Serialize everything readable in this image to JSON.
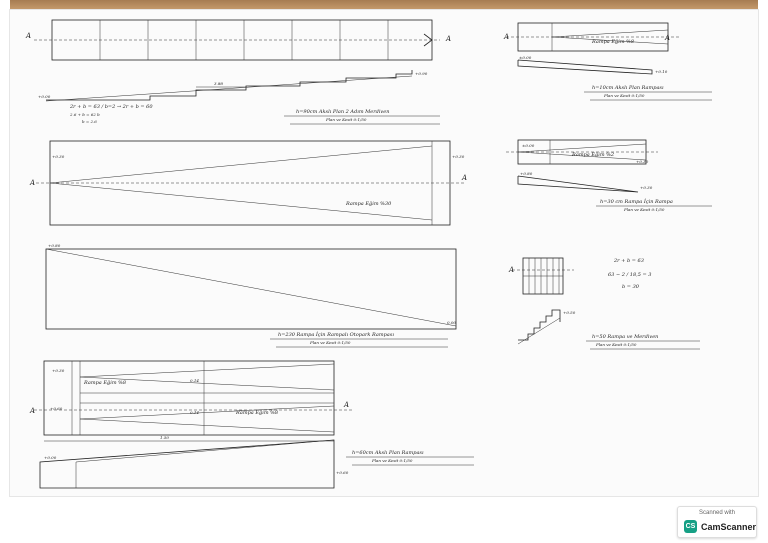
{
  "drawings": {
    "d1": {
      "axis": "A",
      "title": "h=90cm  Akslı  Plan  2 Adım  Merdiven",
      "scale": "Plan  ve  Kesit  0:1/50",
      "dims": [
        "3.88",
        "+0.90",
        "+0.00"
      ],
      "note1": "2r + b = 63 / b=2 → 2r + b = 60",
      "note2": "2.6 + b = 62 b",
      "note3": "b = 2.6"
    },
    "d2": {
      "axis": "A",
      "title": "h=10cm  Akslı  Plan  Rampası",
      "scale": "Plan  ve  Kesit  0:1/50",
      "ramp": "Rampa  Eğim  %8",
      "dims": [
        "±0.00",
        "+0.10",
        "0.10"
      ]
    },
    "d3": {
      "axis": "A",
      "ramp": "Rampa  Eğim  %30",
      "dims": [
        "+0.30",
        "+0.30"
      ]
    },
    "d4": {
      "axis": "A",
      "title": "h=30  cm  Rampa  İçin  Rampa",
      "scale": "Plan  ve  Kesit  0:1/50",
      "ramp": "Rampa  Eğim  %2",
      "dims": [
        "±0.00",
        "+0.30",
        "+0.80",
        "+0.30"
      ]
    },
    "d5": {
      "title": "h=230  Rampa  İçin  Rampalı  Otopark  Rampası",
      "scale": "Plan  ve  Kesit  0:1/50",
      "dims": [
        "+0.80",
        "0.00"
      ]
    },
    "d6": {
      "axis": "A",
      "title": "h=50  Rampa  ve  Merdiven",
      "scale": "Plan  ve  Kesit  0:1/50",
      "note1": "2r + b = 63",
      "note2": "63 − 2 / 18,5 = 3",
      "note3": "b = 30",
      "dims": [
        "+0.50"
      ]
    },
    "d7": {
      "axis": "A",
      "title": "h=60cm  Akslı  Plan  Rampası",
      "scale": "Plan  ve  Kesit  0:1/50",
      "ramp1": "Rampa  Eğim  %8",
      "ramp2": "Rampa  Eğim  %8",
      "dims": [
        "+0.60",
        "+0.30",
        "+0.00",
        "1.50",
        "0.14",
        "0.14",
        "0.14",
        "+0.60"
      ]
    }
  },
  "badge": {
    "top": "Scanned with",
    "logo": "CS",
    "name": "CamScanner"
  }
}
